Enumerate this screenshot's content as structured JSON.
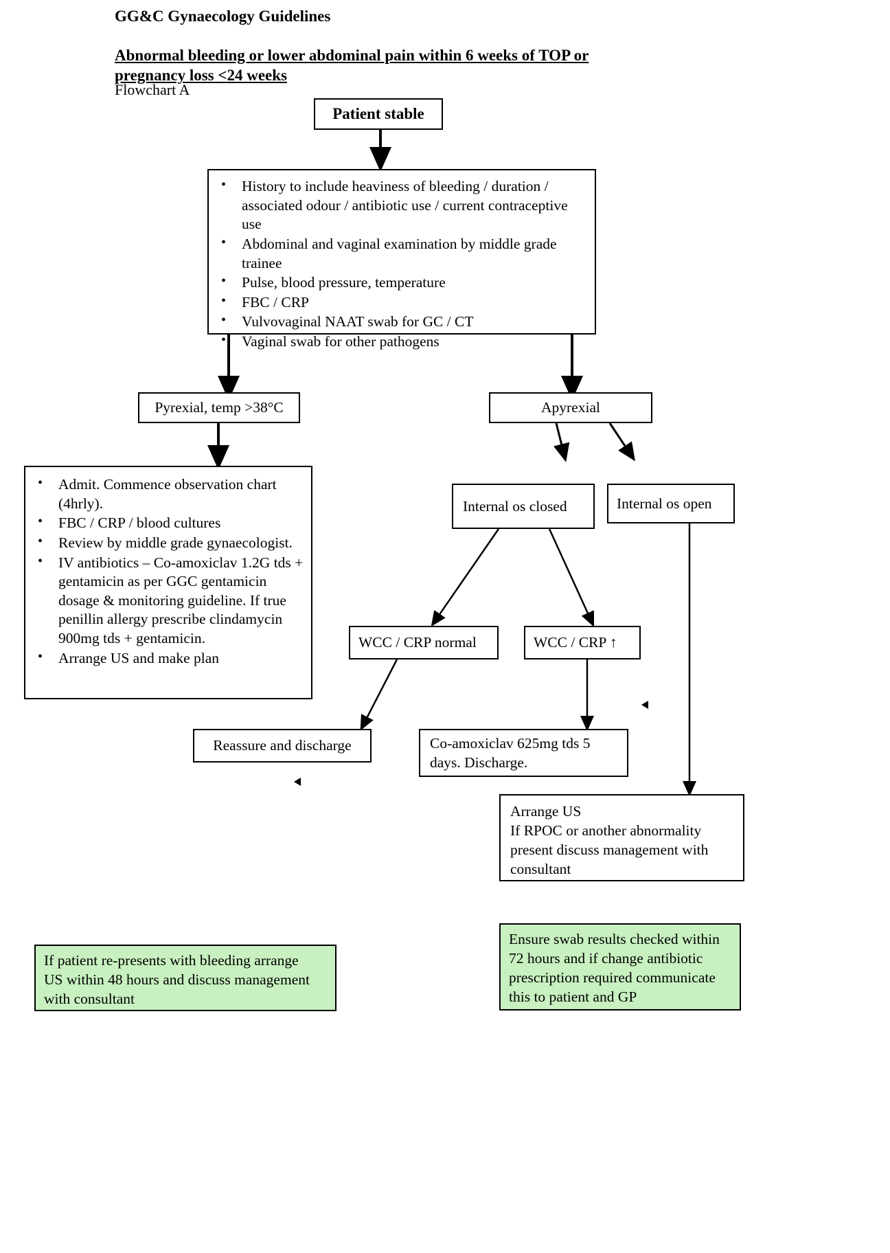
{
  "document": {
    "header_title": "GG&C Gynaecology Guidelines",
    "subtitle_line1": "Abnormal bleeding or lower abdominal pain within 6 weeks of TOP or",
    "subtitle_line2": "pregnancy loss <24 weeks",
    "flowchart_label": "Flowchart A"
  },
  "nodes": {
    "patient_stable": {
      "label": "Patient stable"
    },
    "assessment": {
      "bullets": [
        "History to include heaviness of bleeding / duration / associated odour / antibiotic use / current contraceptive use",
        "Abdominal and vaginal examination by middle grade trainee",
        "Pulse, blood pressure, temperature",
        "FBC / CRP",
        "Vulvovaginal NAAT swab for GC / CT",
        "Vaginal swab for other pathogens"
      ]
    },
    "pyrexial": {
      "label": "Pyrexial, temp >38°C"
    },
    "apyrexial": {
      "label": "Apyrexial"
    },
    "admit": {
      "bullets": [
        "Admit. Commence observation chart (4hrly).",
        "FBC / CRP / blood cultures",
        "Review by middle grade gynaecologist.",
        "IV antibiotics – Co-amoxiclav 1.2G tds + gentamicin as per GGC gentamicin dosage & monitoring guideline. If true penillin allergy prescribe clindamycin 900mg tds + gentamicin.",
        "Arrange US and make plan"
      ]
    },
    "os_closed": {
      "label": "Internal os closed"
    },
    "os_open": {
      "label": "Internal os open"
    },
    "wcc_normal": {
      "label": "WCC / CRP normal"
    },
    "wcc_raised": {
      "label": "WCC / CRP ↑"
    },
    "reassure": {
      "label": "Reassure and discharge"
    },
    "coamox": {
      "label": "Co-amoxiclav 625mg tds 5 days. Discharge."
    },
    "arrange_us": {
      "line1": "Arrange US",
      "line2": "If RPOC or another abnormality",
      "line3": "present discuss management with",
      "line4": "consultant"
    }
  },
  "footnotes": {
    "left": {
      "line1": "If patient re-presents with bleeding arrange",
      "line2": "US within 48 hours and discuss management",
      "line3": "with consultant",
      "color": "#c8f0c0"
    },
    "right": {
      "line1": "Ensure swab results checked within",
      "line2": "72 hours and if change antibiotic",
      "line3": "prescription required communicate",
      "line4": "this to patient and GP",
      "color": "#c8f0c0"
    }
  },
  "style": {
    "line_color": "#000000",
    "background": "#ffffff"
  }
}
